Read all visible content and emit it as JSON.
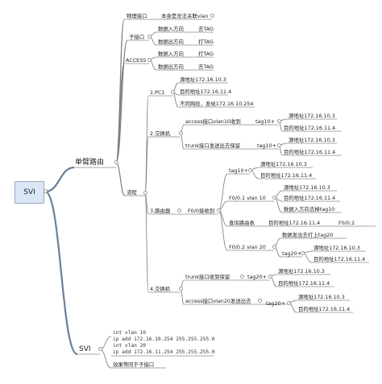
{
  "root": {
    "label": "SVI"
  },
  "single_arm": {
    "label": "单臂路由",
    "physical": {
      "label": "物理接口",
      "note": "本身是没法关联vlan"
    },
    "subif": {
      "label": "子接口",
      "in": "数据入方向",
      "in_action": "去TAG",
      "out": "数据出方向",
      "out_action": "打TAG"
    },
    "access": {
      "label": "ACCESS",
      "in": "数据入方向",
      "in_action": "打TAG",
      "out": "数据出方向",
      "out_action": "去TAG"
    },
    "flow": {
      "label": "流程",
      "step1": {
        "label": "1.PC1",
        "src": "源地址172.16.10.3",
        "dst": "目的地址172.16.11.4",
        "note": "不同网段，发给172.16.10.254"
      },
      "step2": {
        "label": "2.交换机",
        "a": {
          "label": "access接口vlan10收到",
          "tag": "tag10+",
          "src": "源地址172.16.10.3",
          "dst": "目的地址172.16.11.4"
        },
        "b": {
          "label": "trunk接口发送出去保留",
          "tag": "tag10+",
          "src": "源地址172.16.10.3",
          "dst": "目的地址172.16.11.4"
        }
      },
      "step3": {
        "label": "3.路由器",
        "recv": "F0/0接收到",
        "first": {
          "tag": "tag10+",
          "src": "源地址172.16.10.3",
          "dst": "目的地址172.16.11.4"
        },
        "sub10": {
          "label": "F0/0.1 vlan 10",
          "src": "源地址172.16.10.3",
          "dst": "目的地址172.16.11.4",
          "note": "数据入方向去掉tag10"
        },
        "route": {
          "label": "查询路由表",
          "dst": "目的地址172.16.11.4",
          "iface": "F0/0.2"
        },
        "sub20": {
          "label": "F0/0.2 vlan 20",
          "note": "数据发出去打上tag20",
          "tag": "tag20+",
          "src": "源地址172.16.10.3",
          "dst": "目的地址172.16.11.4"
        }
      },
      "step4": {
        "label": "4.交换机",
        "a": {
          "label": "trunk接口收到保留",
          "tag": "tag20+",
          "src": "源地址172.16.10.3",
          "dst": "目的地址172.16.11.4"
        },
        "b": {
          "label": "access接口vlan20发送出去",
          "tag": "tag20+",
          "src": "源地址172.16.10.3",
          "dst": "目的地址172.16.11.4"
        }
      }
    }
  },
  "svi": {
    "label": "SVI",
    "config": [
      "int vlan 10",
      "  ip add 172.16.10.254 255.255.255.0",
      "int vlan 20",
      "  ip add 172.16.11.254 255.255.255.0"
    ],
    "note": "效果等同于子接口"
  }
}
